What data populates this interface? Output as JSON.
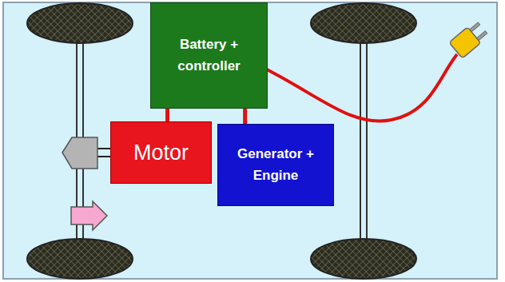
{
  "diagram": {
    "nodes": [
      {
        "text": [
          "Battery + controller"
        ]
      },
      {
        "text": [
          "Motor"
        ]
      },
      {
        "text": [
          "Generator + Engine"
        ]
      }
    ],
    "edges": [
      {
        "from": 0,
        "to": 1,
        "arrow": "none"
      },
      {
        "from": 0,
        "to": 2,
        "arrow": "none"
      }
    ]
  }
}
